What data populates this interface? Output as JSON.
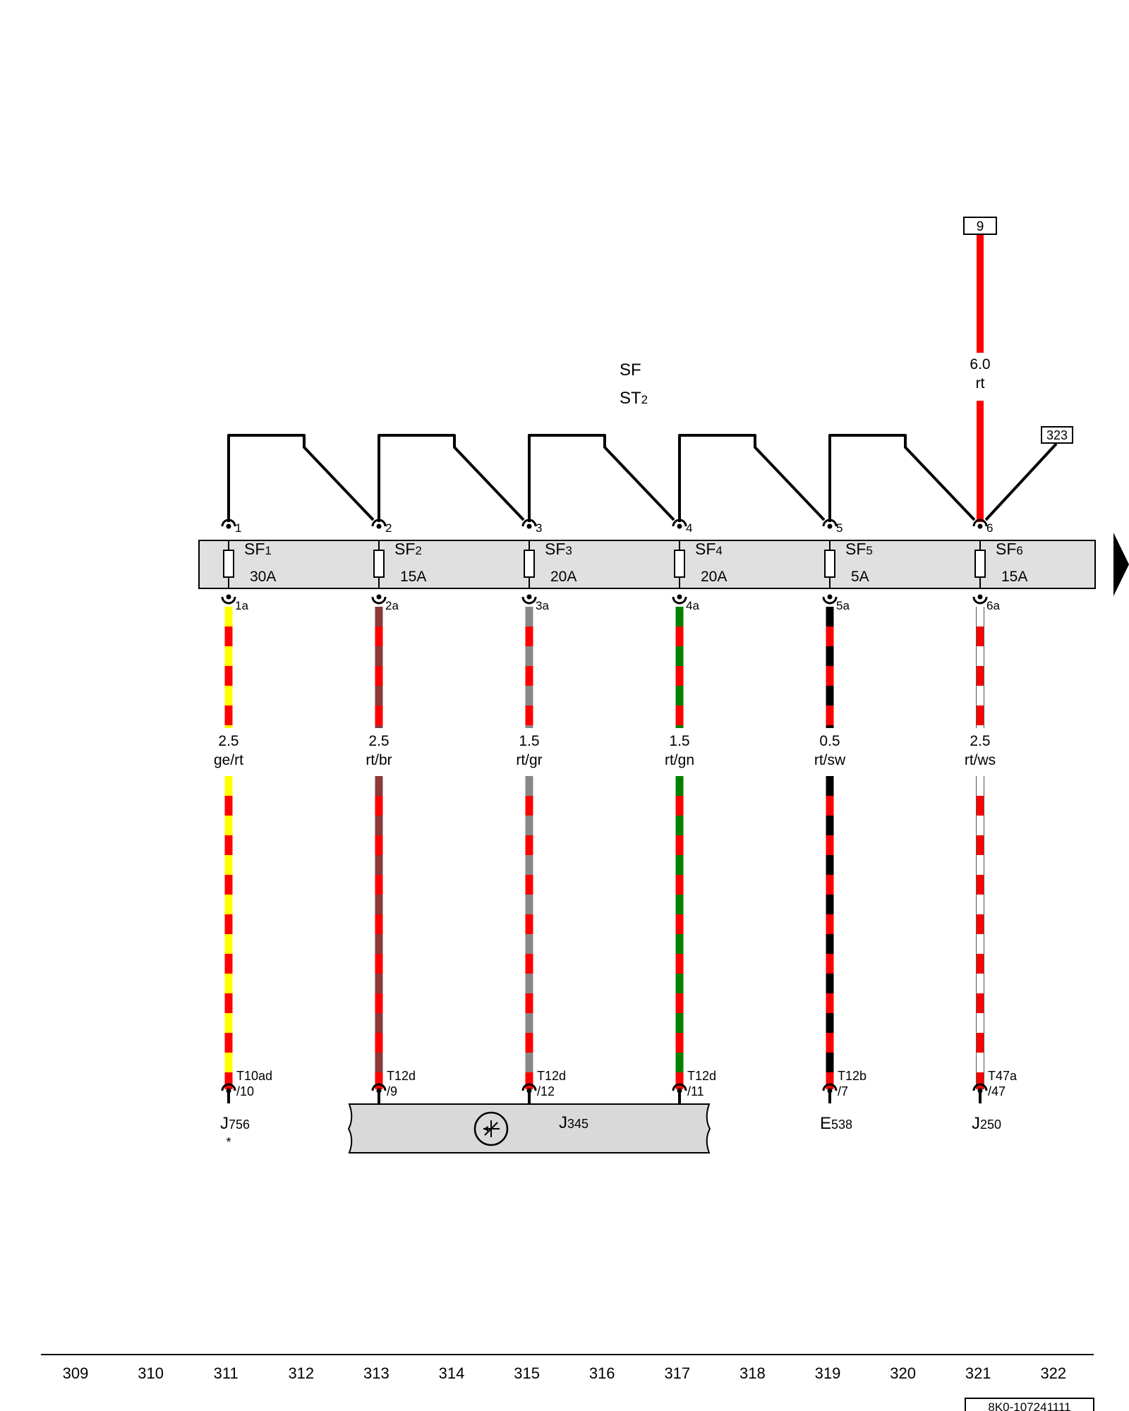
{
  "header": {
    "sf_label": "SF",
    "st_main": "ST",
    "st_sub": "2"
  },
  "feed": {
    "ref": "9",
    "size": "6.0",
    "color": "rt",
    "branch_ref": "323"
  },
  "colors": {
    "rt": "#ff0000",
    "ge": "#ffff00",
    "br": "#8b3a3a",
    "gr": "#888888",
    "gn": "#008000",
    "sw": "#000000",
    "ws": "#ffffff",
    "panel": "#e0e0e0",
    "line": "#000000"
  },
  "fuses": [
    {
      "main": "SF",
      "num": "1",
      "rating": "30A",
      "pin_top": "1",
      "pin_bottom": "1a",
      "wire_size": "2.5",
      "wire_color": "ge/rt",
      "conn": "T10ad",
      "conn_pin": "/10"
    },
    {
      "main": "SF",
      "num": "2",
      "rating": "15A",
      "pin_top": "2",
      "pin_bottom": "2a",
      "wire_size": "2.5",
      "wire_color": "rt/br",
      "conn": "T12d",
      "conn_pin": "/9"
    },
    {
      "main": "SF",
      "num": "3",
      "rating": "20A",
      "pin_top": "3",
      "pin_bottom": "3a",
      "wire_size": "1.5",
      "wire_color": "rt/gr",
      "conn": "T12d",
      "conn_pin": "/12"
    },
    {
      "main": "SF",
      "num": "4",
      "rating": "20A",
      "pin_top": "4",
      "pin_bottom": "4a",
      "wire_size": "1.5",
      "wire_color": "rt/gn",
      "conn": "T12d",
      "conn_pin": "/11"
    },
    {
      "main": "SF",
      "num": "5",
      "rating": "5A",
      "pin_top": "5",
      "pin_bottom": "5a",
      "wire_size": "0.5",
      "wire_color": "rt/sw",
      "conn": "T12b",
      "conn_pin": "/7"
    },
    {
      "main": "SF",
      "num": "6",
      "rating": "15A",
      "pin_top": "6",
      "pin_bottom": "6a",
      "wire_size": "2.5",
      "wire_color": "rt/ws",
      "conn": "T47a",
      "conn_pin": "/47"
    }
  ],
  "components": {
    "j756": {
      "main": "J",
      "sub": "756",
      "note": "*"
    },
    "j345": {
      "main": "J",
      "sub": "345"
    },
    "e538": {
      "main": "E",
      "sub": "538"
    },
    "j250": {
      "main": "J",
      "sub": "250"
    }
  },
  "footer": {
    "grid_numbers": [
      "309",
      "310",
      "311",
      "312",
      "313",
      "314",
      "315",
      "316",
      "317",
      "318",
      "319",
      "320",
      "321",
      "322"
    ],
    "doc_id": "8K0-107241111"
  }
}
